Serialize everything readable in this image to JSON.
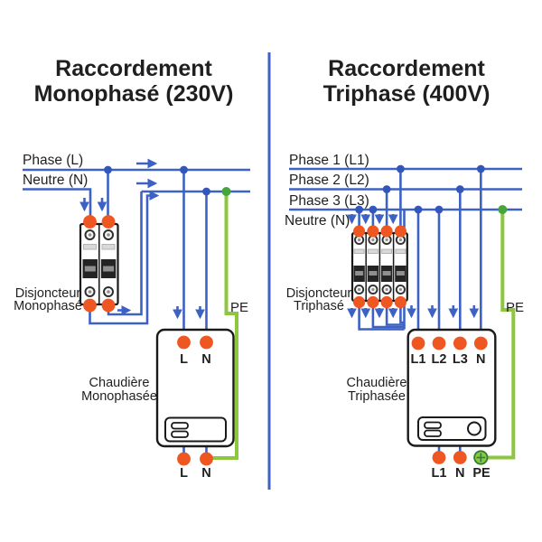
{
  "colors": {
    "background": "#ffffff",
    "wire_blue": "#3e62c4",
    "junction_blue": "#3356bb",
    "terminal_orange": "#ee5622",
    "pe_green": "#8dc63f",
    "pe_dot_green": "#46a53c",
    "outline_dark": "#1a1a1a",
    "text": "#1f1f1f"
  },
  "panels": {
    "left": {
      "title_lines": [
        "Raccordement",
        "Monophasé (230V)"
      ],
      "bus_labels": [
        "Phase (L)",
        "Neutre (N)"
      ],
      "breaker_label_lines": [
        "Disjoncteur",
        "Monophasé"
      ],
      "boiler_label_lines": [
        "Chaudière",
        "Monophasée"
      ],
      "boiler_top_terminals": [
        "L",
        "N"
      ],
      "boiler_bottom_terminals": [
        "L",
        "N"
      ],
      "pe_label": "PE"
    },
    "right": {
      "title_lines": [
        "Raccordement",
        "Triphasé (400V)"
      ],
      "bus_labels": [
        "Phase 1 (L1)",
        "Phase 2 (L2)",
        "Phase 3 (L3)",
        "Neutre (N)"
      ],
      "breaker_label_lines": [
        "Disjoncteur",
        "Triphasé"
      ],
      "boiler_label_lines": [
        "Chaudière",
        "Triphasée"
      ],
      "boiler_top_terminals": [
        "L1",
        "L2",
        "L3",
        "N"
      ],
      "boiler_bottom_terminals": [
        "L1",
        "N",
        "PE"
      ],
      "pe_label": "PE"
    }
  }
}
